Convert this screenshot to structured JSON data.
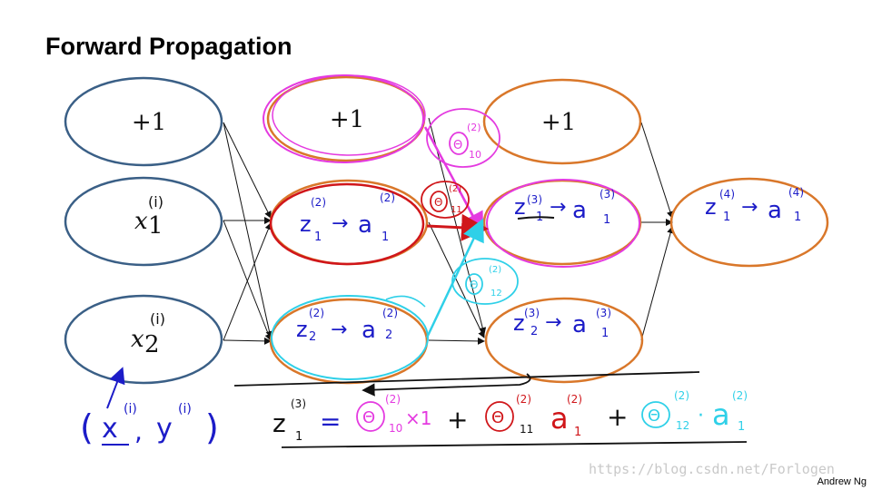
{
  "title": "Forward Propagation",
  "credit": "Andrew Ng",
  "watermark": "https://blog.csdn.net/Forlogen",
  "colors": {
    "input_node": "#3a5f86",
    "hidden_node": "#d9772a",
    "edge": "#111111",
    "blue_ink": "#1c1cc8",
    "red_ink": "#d0161a",
    "magenta_ink": "#e43ae0",
    "cyan_ink": "#2fd0e8"
  },
  "layer1": {
    "bias": "+1",
    "x1": {
      "base": "x",
      "sub": "1",
      "sup": "(i)"
    },
    "x2": {
      "base": "x",
      "sub": "2",
      "sup": "(i)"
    }
  },
  "layer2": {
    "bias": "+1",
    "n1": {
      "z": "z",
      "zsup": "(2)",
      "zsub": "1",
      "arrow": "→",
      "a": "a",
      "asup": "(2)",
      "asub": "1"
    },
    "n2": {
      "z": "z",
      "zsup": "(2)",
      "zsub": "2",
      "arrow": "→",
      "a": "a",
      "asup": "(2)",
      "asub": "2"
    }
  },
  "layer3": {
    "bias": "+1",
    "n1": {
      "z": "z",
      "zsup": "(3)",
      "zsub": "1",
      "arrow": "→",
      "a": "a",
      "asup": "(3)",
      "asub": "1"
    },
    "n2": {
      "z": "z",
      "zsup": "(3)",
      "zsub": "2",
      "arrow": "→",
      "a": "a",
      "asup": "(3)",
      "asub": "1"
    }
  },
  "layer4": {
    "n1": {
      "z": "z",
      "zsup": "(4)",
      "zsub": "1",
      "arrow": "→",
      "a": "a",
      "asup": "(4)",
      "asub": "1"
    }
  },
  "weights": {
    "magenta": {
      "theta": "Θ",
      "sup": "(2)",
      "sub": "10"
    },
    "red": {
      "theta": "Θ",
      "sup": "(2)",
      "sub": "11"
    },
    "cyan": {
      "theta": "Θ",
      "sup": "(2)",
      "sub": "12"
    }
  },
  "sample": {
    "open": "(",
    "x": "x",
    "xsup": "(i)",
    "comma": ",",
    "y": "y",
    "ysup": "(i)",
    "close": ")"
  },
  "equation": {
    "lhs": "z",
    "lhs_sup": "(3)",
    "lhs_sub": "1",
    "eq": "=",
    "t1_theta": "Θ",
    "t1_sup": "(2)",
    "t1_sub": "10",
    "t1_tail": "×1",
    "plus1": "+",
    "t2_theta": "Θ",
    "t2_sup": "(2)",
    "t2_sub": "11",
    "t2_a": "a",
    "t2_asup": "(2)",
    "t2_asub": "1",
    "plus2": "+",
    "t3_theta": "Θ",
    "t3_sup": "(2)",
    "t3_sub": "12",
    "t3_dot": "·",
    "t3_a": "a",
    "t3_asup": "(2)",
    "t3_asub": "1"
  }
}
